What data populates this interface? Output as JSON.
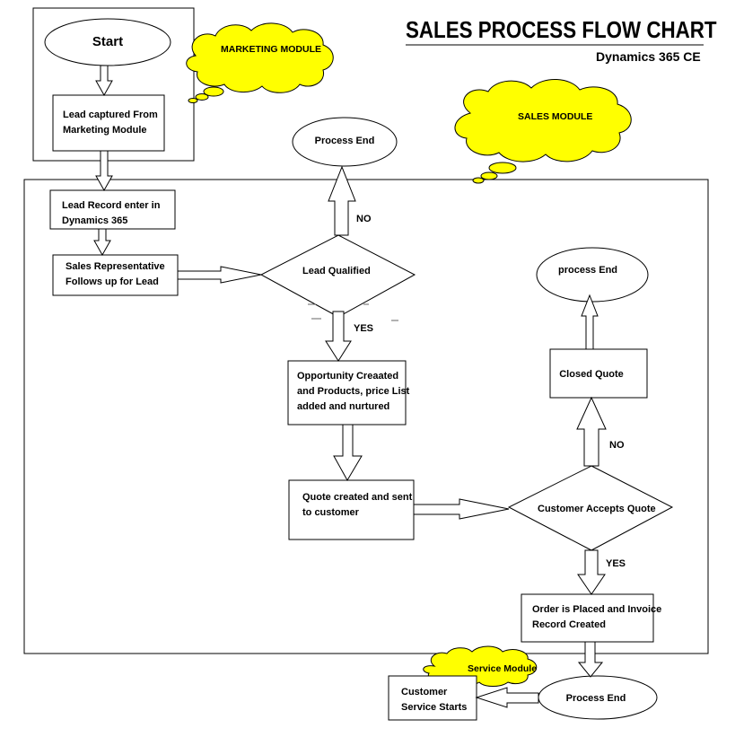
{
  "title": "SALES PROCESS FLOW CHART",
  "subtitle": "Dynamics 365 CE",
  "nodes": {
    "start": "Start",
    "lead_captured": [
      "Lead captured From",
      "Marketing Module"
    ],
    "lead_record": [
      "Lead Record enter in",
      "Dynamics 365"
    ],
    "sales_rep": [
      "Sales Representative",
      "Follows up for Lead"
    ],
    "lead_qualified": "Lead Qualified",
    "process_end_top": "Process End",
    "opportunity": [
      "Opportunity Creaated",
      "and Products, price List",
      "added and nurtured"
    ],
    "quote_created": [
      "Quote created and sent",
      "to customer"
    ],
    "customer_accepts": "Customer Accepts Quote",
    "closed_quote": "Closed Quote",
    "process_end_right": "process End",
    "order_placed": [
      "Order is Placed and Invoice",
      "Record Created"
    ],
    "process_end_bottom": "Process End",
    "customer_service": [
      "Customer",
      "Service Starts"
    ]
  },
  "edge_labels": {
    "lead_no": "NO",
    "lead_yes": "YES",
    "quote_no": "NO",
    "quote_yes": "YES"
  },
  "callouts": {
    "marketing": "MARKETING MODULE",
    "sales": "SALES MODULE",
    "service": "Service Module"
  },
  "colors": {
    "cloud_fill": "#ffff00",
    "stroke": "#000000"
  }
}
